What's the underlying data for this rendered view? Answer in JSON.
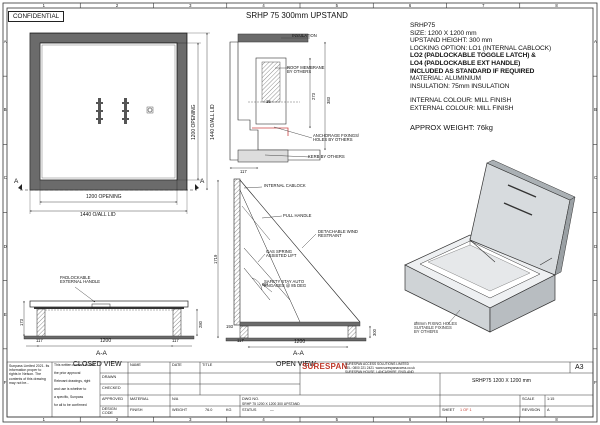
{
  "sheet": {
    "confidential": "CONFIDENTIAL",
    "title": "SRHP 75 300mm UPSTAND",
    "grid_cols": [
      "1",
      "2",
      "3",
      "4",
      "5",
      "6",
      "7",
      "8"
    ],
    "grid_rows": [
      "A",
      "B",
      "C",
      "D",
      "E",
      "F"
    ]
  },
  "spec": {
    "lines": [
      {
        "text": "SRHP75",
        "bold": false
      },
      {
        "text": "SIZE: 1200 X 1200 mm",
        "bold": false
      },
      {
        "text": "UPSTAND HEIGHT: 300 mm",
        "bold": false
      },
      {
        "text": "LOCKING OPTION: LO1 (INTERNAL CABLOCK)",
        "bold": false
      },
      {
        "text": "LO2 (PADLOCKABLE TOGGLE LATCH) &",
        "bold": true
      },
      {
        "text": "LO4 (PADLOCKABLE EXT HANDLE)",
        "bold": true
      },
      {
        "text": "INCLUDED AS STANDARD IF REQUIRED",
        "bold": true
      },
      {
        "text": "MATERIAL: ALUMINIUM",
        "bold": false
      },
      {
        "text": "INSULATION: 75mm INSULATION",
        "bold": false
      }
    ],
    "internal_colour": "INTERNAL COLOUR: MILL FINISH",
    "external_colour": "EXTERNAL COLOUR: MILL FINISH",
    "weight": "APPROX WEIGHT: 76kg"
  },
  "plan": {
    "opening_h": "1200 OPENING",
    "overall_h": "1440 O/ALL LID",
    "opening_v": "1200 OPENING",
    "overall_v": "1440 O/ALL LID",
    "section_marker": "A"
  },
  "detail": {
    "insulation": "INSULATION",
    "roof_membrane": "ROOF MEMBRANE\nBY OTHERS",
    "anchorage": "ANCHORAGE FIXINGS/\nHOLES BY OTHERS",
    "kerb": "KERB BY OTHERS",
    "dim_15": "15",
    "dim_273": "273",
    "dim_383": "383",
    "dim_117": "117"
  },
  "open_view": {
    "internal_cablock": "INTERNAL CABLOCK",
    "pull_handle": "PULL HANDLE",
    "wind_restraint": "DETACHABLE WIND\nRESTRAINT",
    "gas_spring": "GAS SPRING\nASSISTED LIFT",
    "safety_stay": "SAFETY STAY AUTO\nENGAGES @ 85 DEG",
    "dim_1719": "1719",
    "dim_85": "85°",
    "dim_117": "117",
    "dim_193": "193",
    "dim_300": "300",
    "dim_1200": "1200",
    "section_label": "A-A",
    "view_label": "OPEN VIEW"
  },
  "closed_view": {
    "padlock_handle": "PADLOCKABLE\nEXTERNAL HANDLE",
    "dim_173": "173",
    "dim_280": "280",
    "dim_117_l": "117",
    "dim_117_r": "117",
    "dim_1200": "1200",
    "section_label": "A-A",
    "view_label": "CLOSED VIEW"
  },
  "iso": {
    "fixing_note": "Ø8mm FIXING HOLES\nSUITABLE FIXINGS\nBY OTHERS"
  },
  "titleblock": {
    "copyright": "Sunpass Limited 2021. Its information proper to rights in Nelson. The contents of this drawing may not be...",
    "notes": [
      "This written consent to also",
      "the prior approval",
      "Relevant drawings, right",
      "and use is whether to",
      "a specific, Sunpass",
      "for all to be confirmed"
    ],
    "rows": [
      "DRAWN",
      "CHECKED",
      "APPROVED"
    ],
    "name_col": "NAME",
    "date_col": "DATE",
    "title_col": "TITLE",
    "brand": "SURESPAN",
    "address": "SURESPAN ACCESS SOLUTIONS LIMITED\nTEL: 0800 221 2421  www.surespanaccess.co.uk\nSURESPAN HOUSE, LANCASHIRE, ENGLAND",
    "drawing_title": "SRHP75 1200 X 1200 mm",
    "sheet_size": "A3",
    "material_label": "MATERIAL",
    "material_value": "N/A",
    "finish_label": "FINISH",
    "design_label": "DESIGN\nCODE",
    "weight_label": "WEIGHT",
    "weight_value": "76.0",
    "kg_label": "KG",
    "dwg_no_label": "DWG NO.",
    "dwg_no_value": "SRHP 75 1200 X 1200 300 UPSTAND",
    "scale_label": "SCALE",
    "scale_value": "1:15",
    "revision_label": "REVISION",
    "revision_value": "A",
    "sheet_label": "SHEET",
    "sheet_value": "1 OF 1",
    "status_label": "STATUS",
    "status_value": "—"
  }
}
